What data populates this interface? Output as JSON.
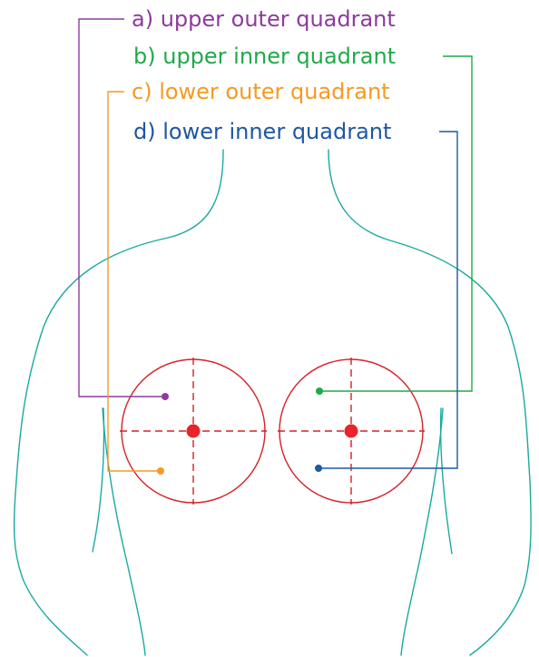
{
  "labels": {
    "a": {
      "text": "a) upper outer quadrant",
      "color": "#8e3a9d"
    },
    "b": {
      "text": "b) upper inner quadrant",
      "color": "#1faa4a"
    },
    "c": {
      "text": "c) lower outer quadrant",
      "color": "#f59a23"
    },
    "d": {
      "text": "d) lower inner quadrant",
      "color": "#1f57a3"
    }
  },
  "colors": {
    "body_outline": "#1aaa9f",
    "breast_circle": "#d62027",
    "nipple": "#e8242a",
    "background": "#ffffff"
  },
  "icons": {
    "nipple_marker": "filled-circle",
    "quadrant_marker": "small-dot"
  }
}
